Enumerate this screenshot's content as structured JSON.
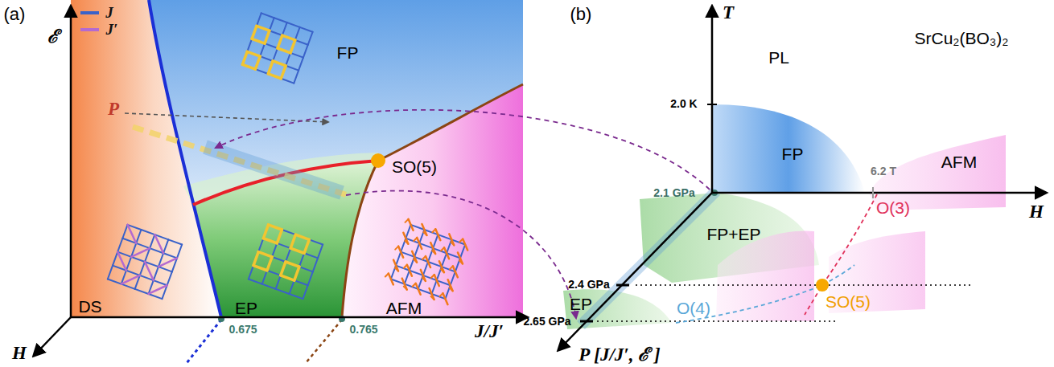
{
  "diagram": {
    "labels": [
      "(a)",
      "ℰ",
      "FP",
      "P",
      "SO(5)",
      "DS",
      "EP",
      "AFM",
      "0.675",
      "0.765",
      "J/J′",
      "H",
      "(b)",
      "T",
      "SrCu₂(BO₃)₂",
      "PL",
      "2.0 K",
      "FP",
      "AFM",
      "6.2 T",
      "2.1 GPa",
      "FP+EP",
      "O(3)",
      "H",
      "2.4 GPa",
      "SO(5)",
      "2.65 GPa",
      "EP",
      "O(4)",
      "P [J/J′, ℰ ]"
    ],
    "legend": [
      {
        "text": "J"
      },
      {
        "text": "J′"
      }
    ]
  }
}
